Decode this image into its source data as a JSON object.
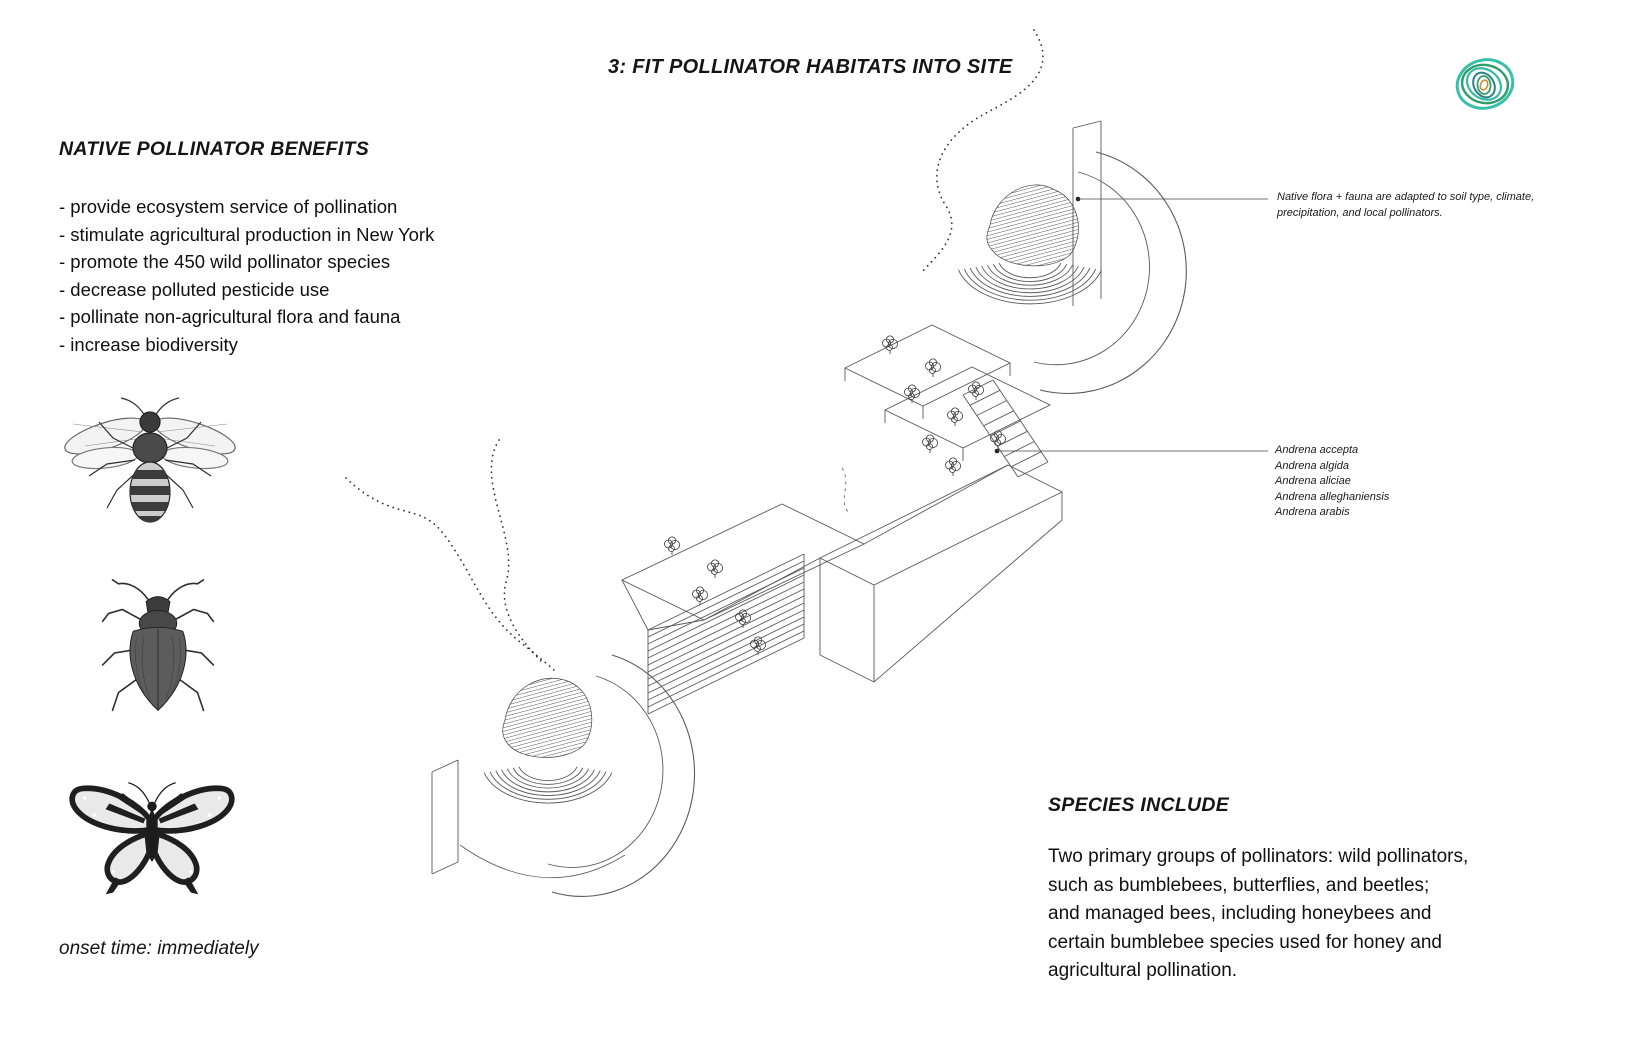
{
  "page": {
    "title": "3: FIT POLLINATOR HABITATS INTO SITE",
    "background": "#ffffff"
  },
  "benefits": {
    "heading": "NATIVE POLLINATOR BENEFITS",
    "items": [
      "- provide ecosystem service of pollination",
      "- stimulate agricultural production in New York",
      "- promote the 450 wild pollinator species",
      "- decrease polluted pesticide use",
      "- pollinate non-agricultural flora and fauna",
      "- increase biodiversity"
    ],
    "onset_note": "onset time: immediately"
  },
  "diagram": {
    "annotation_flora_lines": [
      "Native flora + fauna are adapted to soil type, climate,",
      "precipitation, and local pollinators."
    ],
    "annotation_species_lines": [
      "Andrena accepta",
      "Andrena algida",
      "Andrena aliciae",
      "Andrena alleghaniensis",
      "Andrena arabis"
    ]
  },
  "species": {
    "heading": "SPECIES INCLUDE",
    "body_lines": [
      "Two primary groups of pollinators: wild pollinators,",
      "such as bumblebees, butterflies, and beetles;",
      "and managed bees, including honeybees and",
      "certain bumblebee species used for honey and",
      "agricultural pollination."
    ]
  },
  "icons": {
    "logo": "spiral-leaf-logo",
    "insects": [
      "bee-illustration",
      "beetle-illustration",
      "butterfly-illustration"
    ],
    "drawing": [
      "spiral-habitat-mound",
      "terrace-block",
      "stairs",
      "plant",
      "pollinator-flight-path",
      "leader-line"
    ]
  },
  "colors": {
    "ink": "#111111",
    "line": "#555555",
    "logo_teal": "#38c0a8",
    "logo_green": "#2f9e6a"
  }
}
